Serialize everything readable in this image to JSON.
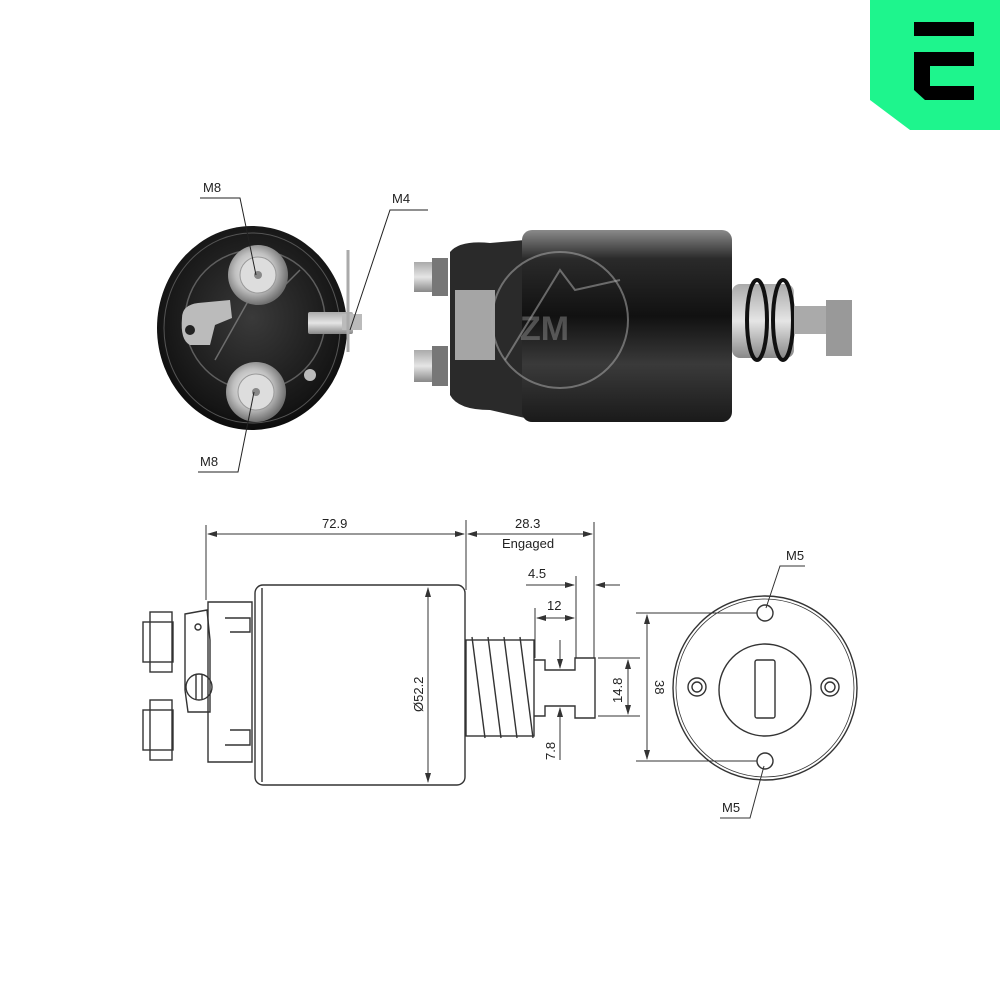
{
  "brand": {
    "logo_letter": "E",
    "logo_bg": "#1ef58d",
    "logo_fg": "#000000"
  },
  "photo_front": {
    "labels": {
      "top_terminal": "M8",
      "bottom_terminal": "M8",
      "control_terminal": "M4"
    }
  },
  "photo_side": {
    "watermark": "ZM"
  },
  "drawing_side": {
    "dimensions": {
      "body_length": "72.9",
      "plunger_travel": "28.3",
      "plunger_travel_note": "Engaged",
      "tip_offset": "4.5",
      "slot_width": "12",
      "diameter": "Ø52.2",
      "tip_height": "14.8",
      "neck_dia": "7.8"
    }
  },
  "drawing_end": {
    "dimensions": {
      "hole_spacing": "38"
    },
    "labels": {
      "top_hole": "M5",
      "bottom_hole": "M5"
    }
  },
  "colors": {
    "line": "#333333",
    "photo_dark": "#1a1a1a",
    "photo_mid": "#6a6a6a",
    "photo_light": "#c8c8c8"
  }
}
